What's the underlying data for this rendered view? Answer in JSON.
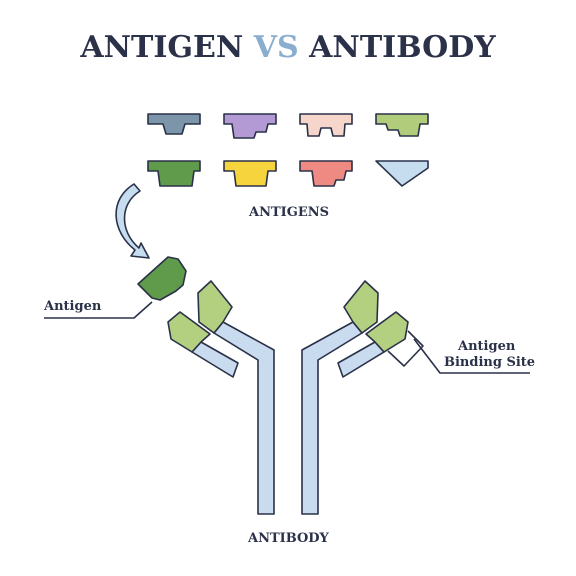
{
  "title": {
    "part1": "ANTIGEN",
    "vs": "VS",
    "part2": "ANTIBODY"
  },
  "labels": {
    "antigens": "ANTIGENS",
    "antigen": "Antigen",
    "binding_site_line1": "Antigen",
    "binding_site_line2": "Binding Site",
    "antibody": "ANTIBODY"
  },
  "colors": {
    "outline": "#2a3148",
    "antibody_body": "#c9dcef",
    "antibody_tip": "#b3cf80",
    "antigen_bound": "#5f9b4a",
    "antigen_row1": [
      "#7d95ab",
      "#b39ad5",
      "#f6d5cb",
      "#b1cd7b"
    ],
    "antigen_row2": [
      "#5f9b4a",
      "#f6d43e",
      "#ee8a82",
      "#c6dcef"
    ]
  },
  "antigen_shapes": {
    "row1": [
      "notch-center",
      "stepped",
      "double-notch",
      "stepped-left"
    ],
    "row2": [
      "stepped-right",
      "stepped",
      "stepped-wide",
      "triangle"
    ]
  },
  "icons": {
    "arrow": "curved-arrow-icon"
  }
}
